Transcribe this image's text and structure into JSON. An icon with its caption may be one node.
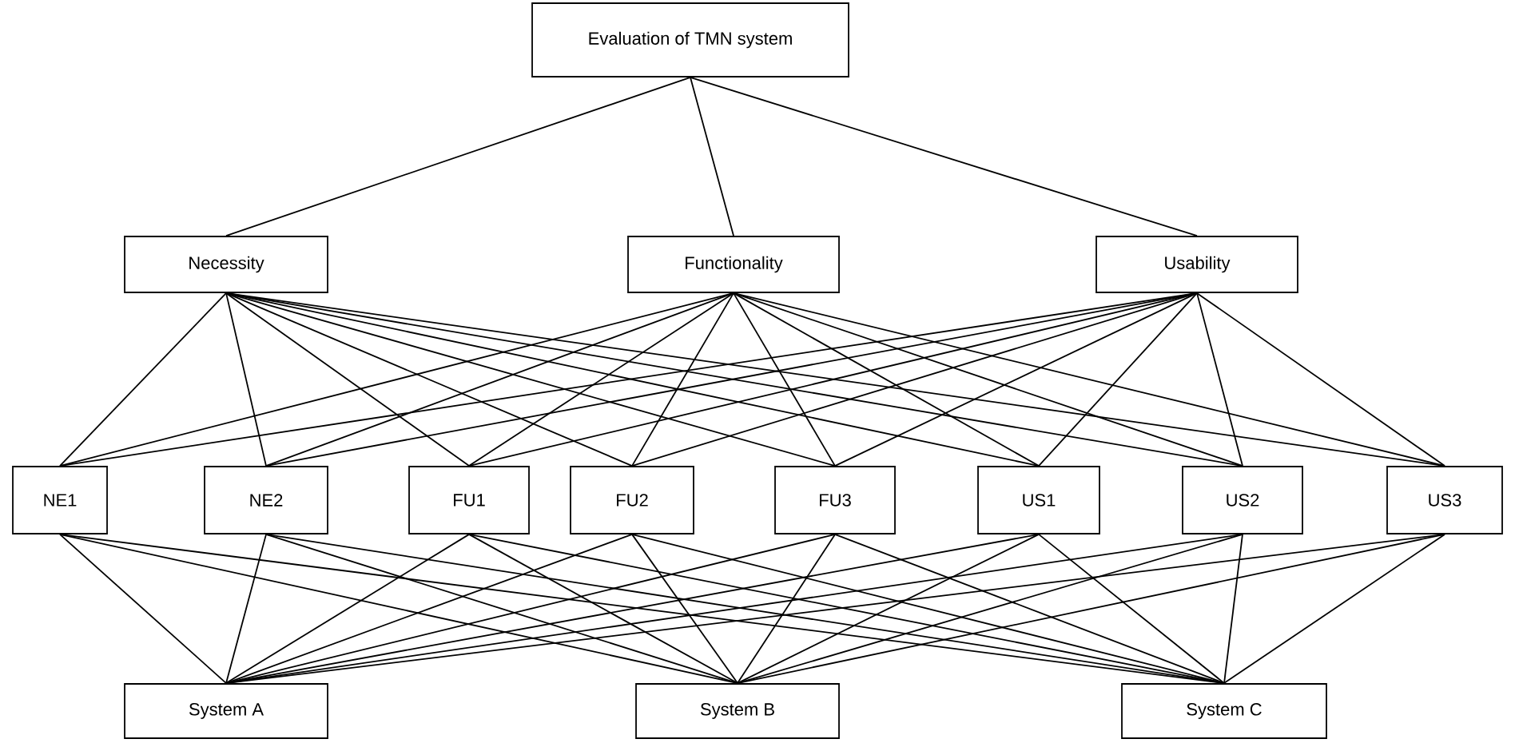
{
  "diagram": {
    "nodes": [
      {
        "text": [
          "Evaluation of TMN system"
        ]
      },
      {
        "text": [
          "Necessity"
        ]
      },
      {
        "text": [
          "Functionality"
        ]
      },
      {
        "text": [
          "Usability"
        ]
      },
      {
        "text": [
          "NE1"
        ]
      },
      {
        "text": [
          "NE2"
        ]
      },
      {
        "text": [
          "FU1"
        ]
      },
      {
        "text": [
          "FU2"
        ]
      },
      {
        "text": [
          "FU3"
        ]
      },
      {
        "text": [
          "US1"
        ]
      },
      {
        "text": [
          "US2"
        ]
      },
      {
        "text": [
          "US3"
        ]
      },
      {
        "text": [
          "System A"
        ]
      },
      {
        "text": [
          "System B"
        ]
      },
      {
        "text": [
          "System C"
        ]
      }
    ],
    "edges": [
      {
        "from": 0,
        "to": 1,
        "arrow": "none"
      },
      {
        "from": 0,
        "to": 2,
        "arrow": "none"
      },
      {
        "from": 0,
        "to": 3,
        "arrow": "none"
      },
      {
        "from": 1,
        "to": 4,
        "arrow": "none"
      },
      {
        "from": 1,
        "to": 5,
        "arrow": "none"
      },
      {
        "from": 1,
        "to": 6,
        "arrow": "none"
      },
      {
        "from": 1,
        "to": 7,
        "arrow": "none"
      },
      {
        "from": 1,
        "to": 8,
        "arrow": "none"
      },
      {
        "from": 1,
        "to": 9,
        "arrow": "none"
      },
      {
        "from": 1,
        "to": 10,
        "arrow": "none"
      },
      {
        "from": 1,
        "to": 11,
        "arrow": "none"
      },
      {
        "from": 2,
        "to": 4,
        "arrow": "none"
      },
      {
        "from": 2,
        "to": 5,
        "arrow": "none"
      },
      {
        "from": 2,
        "to": 6,
        "arrow": "none"
      },
      {
        "from": 2,
        "to": 7,
        "arrow": "none"
      },
      {
        "from": 2,
        "to": 8,
        "arrow": "none"
      },
      {
        "from": 2,
        "to": 9,
        "arrow": "none"
      },
      {
        "from": 2,
        "to": 10,
        "arrow": "none"
      },
      {
        "from": 2,
        "to": 11,
        "arrow": "none"
      },
      {
        "from": 3,
        "to": 4,
        "arrow": "none"
      },
      {
        "from": 3,
        "to": 5,
        "arrow": "none"
      },
      {
        "from": 3,
        "to": 6,
        "arrow": "none"
      },
      {
        "from": 3,
        "to": 7,
        "arrow": "none"
      },
      {
        "from": 3,
        "to": 8,
        "arrow": "none"
      },
      {
        "from": 3,
        "to": 9,
        "arrow": "none"
      },
      {
        "from": 3,
        "to": 10,
        "arrow": "none"
      },
      {
        "from": 3,
        "to": 11,
        "arrow": "none"
      },
      {
        "from": 4,
        "to": 12,
        "arrow": "none"
      },
      {
        "from": 4,
        "to": 13,
        "arrow": "none"
      },
      {
        "from": 4,
        "to": 14,
        "arrow": "none"
      },
      {
        "from": 5,
        "to": 12,
        "arrow": "none"
      },
      {
        "from": 5,
        "to": 13,
        "arrow": "none"
      },
      {
        "from": 5,
        "to": 14,
        "arrow": "none"
      },
      {
        "from": 6,
        "to": 12,
        "arrow": "none"
      },
      {
        "from": 6,
        "to": 13,
        "arrow": "none"
      },
      {
        "from": 6,
        "to": 14,
        "arrow": "none"
      },
      {
        "from": 7,
        "to": 12,
        "arrow": "none"
      },
      {
        "from": 7,
        "to": 13,
        "arrow": "none"
      },
      {
        "from": 7,
        "to": 14,
        "arrow": "none"
      },
      {
        "from": 8,
        "to": 12,
        "arrow": "none"
      },
      {
        "from": 8,
        "to": 13,
        "arrow": "none"
      },
      {
        "from": 8,
        "to": 14,
        "arrow": "none"
      },
      {
        "from": 9,
        "to": 12,
        "arrow": "none"
      },
      {
        "from": 9,
        "to": 13,
        "arrow": "none"
      },
      {
        "from": 9,
        "to": 14,
        "arrow": "none"
      },
      {
        "from": 10,
        "to": 12,
        "arrow": "none"
      },
      {
        "from": 10,
        "to": 13,
        "arrow": "none"
      },
      {
        "from": 10,
        "to": 14,
        "arrow": "none"
      },
      {
        "from": 11,
        "to": 12,
        "arrow": "none"
      },
      {
        "from": 11,
        "to": 13,
        "arrow": "none"
      },
      {
        "from": 11,
        "to": 14,
        "arrow": "none"
      }
    ]
  }
}
